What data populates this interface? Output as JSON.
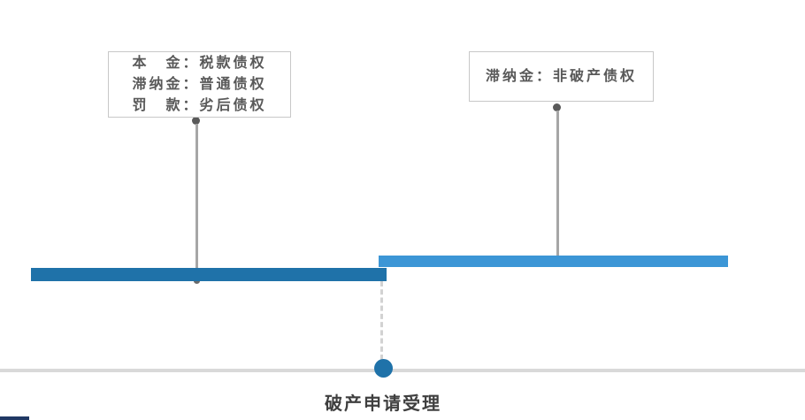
{
  "diagram": {
    "left_callout": {
      "lines": [
        "本　金：税款债权",
        "滞纳金：普通债权",
        "罚　款：劣后债权"
      ]
    },
    "right_callout": {
      "lines": [
        "滞纳金：非破产债权"
      ]
    },
    "timeline_event": {
      "label": "破产申请受理"
    },
    "colors": {
      "pre_acceptance_bar": "#1F72A9",
      "post_acceptance_bar": "#3C96D6",
      "timeline_line": "#D9D9D9",
      "event_dot": "#1F72A9",
      "connector_line": "#A6A6A6",
      "connector_dot": "#595959",
      "dashed_line": "#D2D2D2",
      "callout_border": "#C8C8C8",
      "callout_text": "#595959",
      "event_label_text": "#3F3F3F",
      "bottom_left_stub": "#203864"
    }
  }
}
